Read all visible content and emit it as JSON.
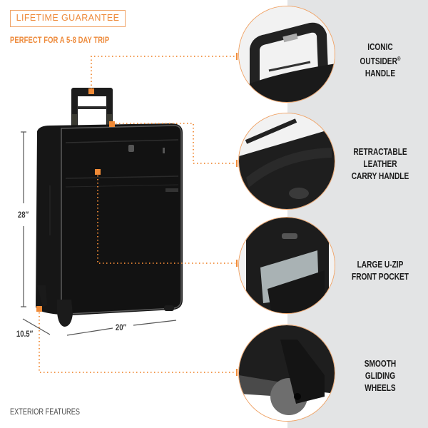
{
  "header": {
    "badge": "LIFETIME GUARANTEE",
    "subtitle": "PERFECT FOR A 5-8 DAY TRIP"
  },
  "footer": {
    "label": "EXTERIOR FEATURES"
  },
  "dimensions": {
    "height": "28″",
    "width": "20″",
    "depth": "10.5″"
  },
  "features": [
    {
      "lines": [
        "ICONIC",
        "OUTSIDER",
        "HANDLE"
      ],
      "registered": "®",
      "image": "telescoping-handle"
    },
    {
      "lines": [
        "RETRACTABLE",
        "LEATHER",
        "CARRY HANDLE"
      ],
      "image": "carry-handle"
    },
    {
      "lines": [
        "LARGE U-ZIP",
        "FRONT POCKET"
      ],
      "image": "front-pocket"
    },
    {
      "lines": [
        "SMOOTH",
        "GLIDING",
        "WHEELS"
      ],
      "image": "wheels"
    }
  ],
  "colors": {
    "accent": "#ee8a3a",
    "accent_light": "#f0a468",
    "panel": "#e3e4e5",
    "suitcase": "#141414",
    "text": "#1a1a1a"
  }
}
